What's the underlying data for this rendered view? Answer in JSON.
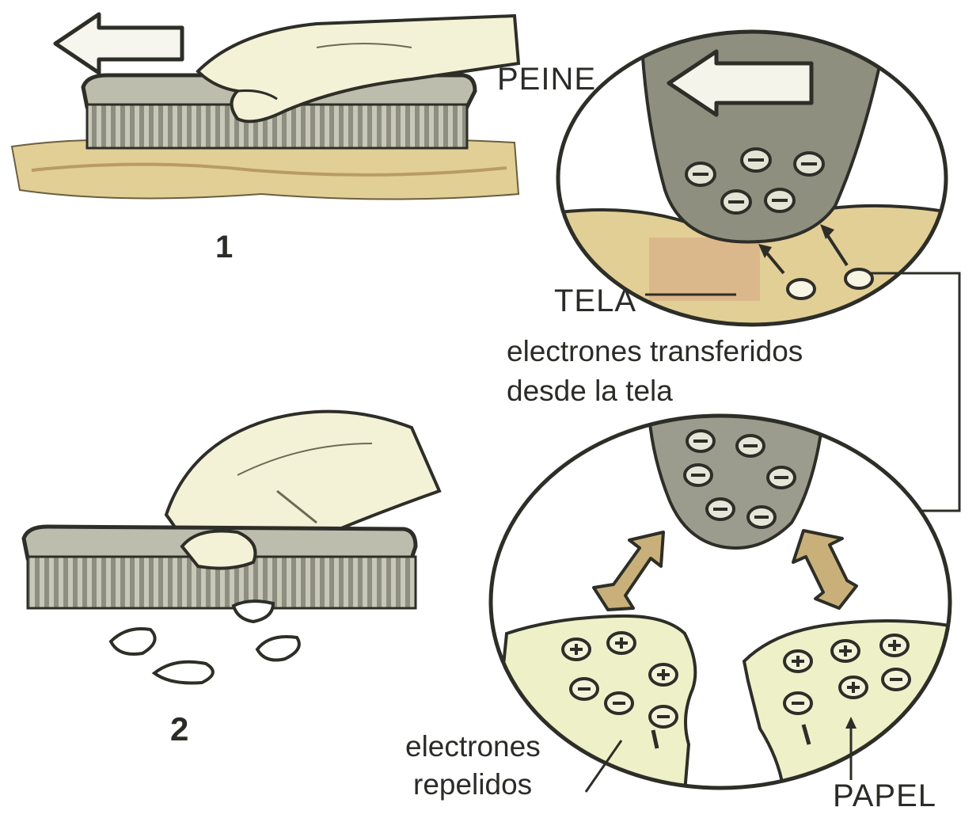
{
  "labels": {
    "peine": "PEINE",
    "tela": "TELA",
    "electrones_transferidos_1": "electrones transferidos",
    "electrones_transferidos_2": "desde la tela",
    "electrones_repelidos_1": "electrones",
    "electrones_repelidos_2": "repelidos",
    "papel": "PAPEL",
    "step1": "1",
    "step2": "2"
  },
  "colors": {
    "outline": "#2e2e28",
    "comb_light": "#bdbdae",
    "comb_dark": "#8d8e80",
    "cloth": "#e2cf96",
    "cloth_dark": "#cfb27c",
    "skin": "#f3f2d6",
    "paper": "#eef0c8",
    "arrow_fill": "#c9b07a"
  }
}
